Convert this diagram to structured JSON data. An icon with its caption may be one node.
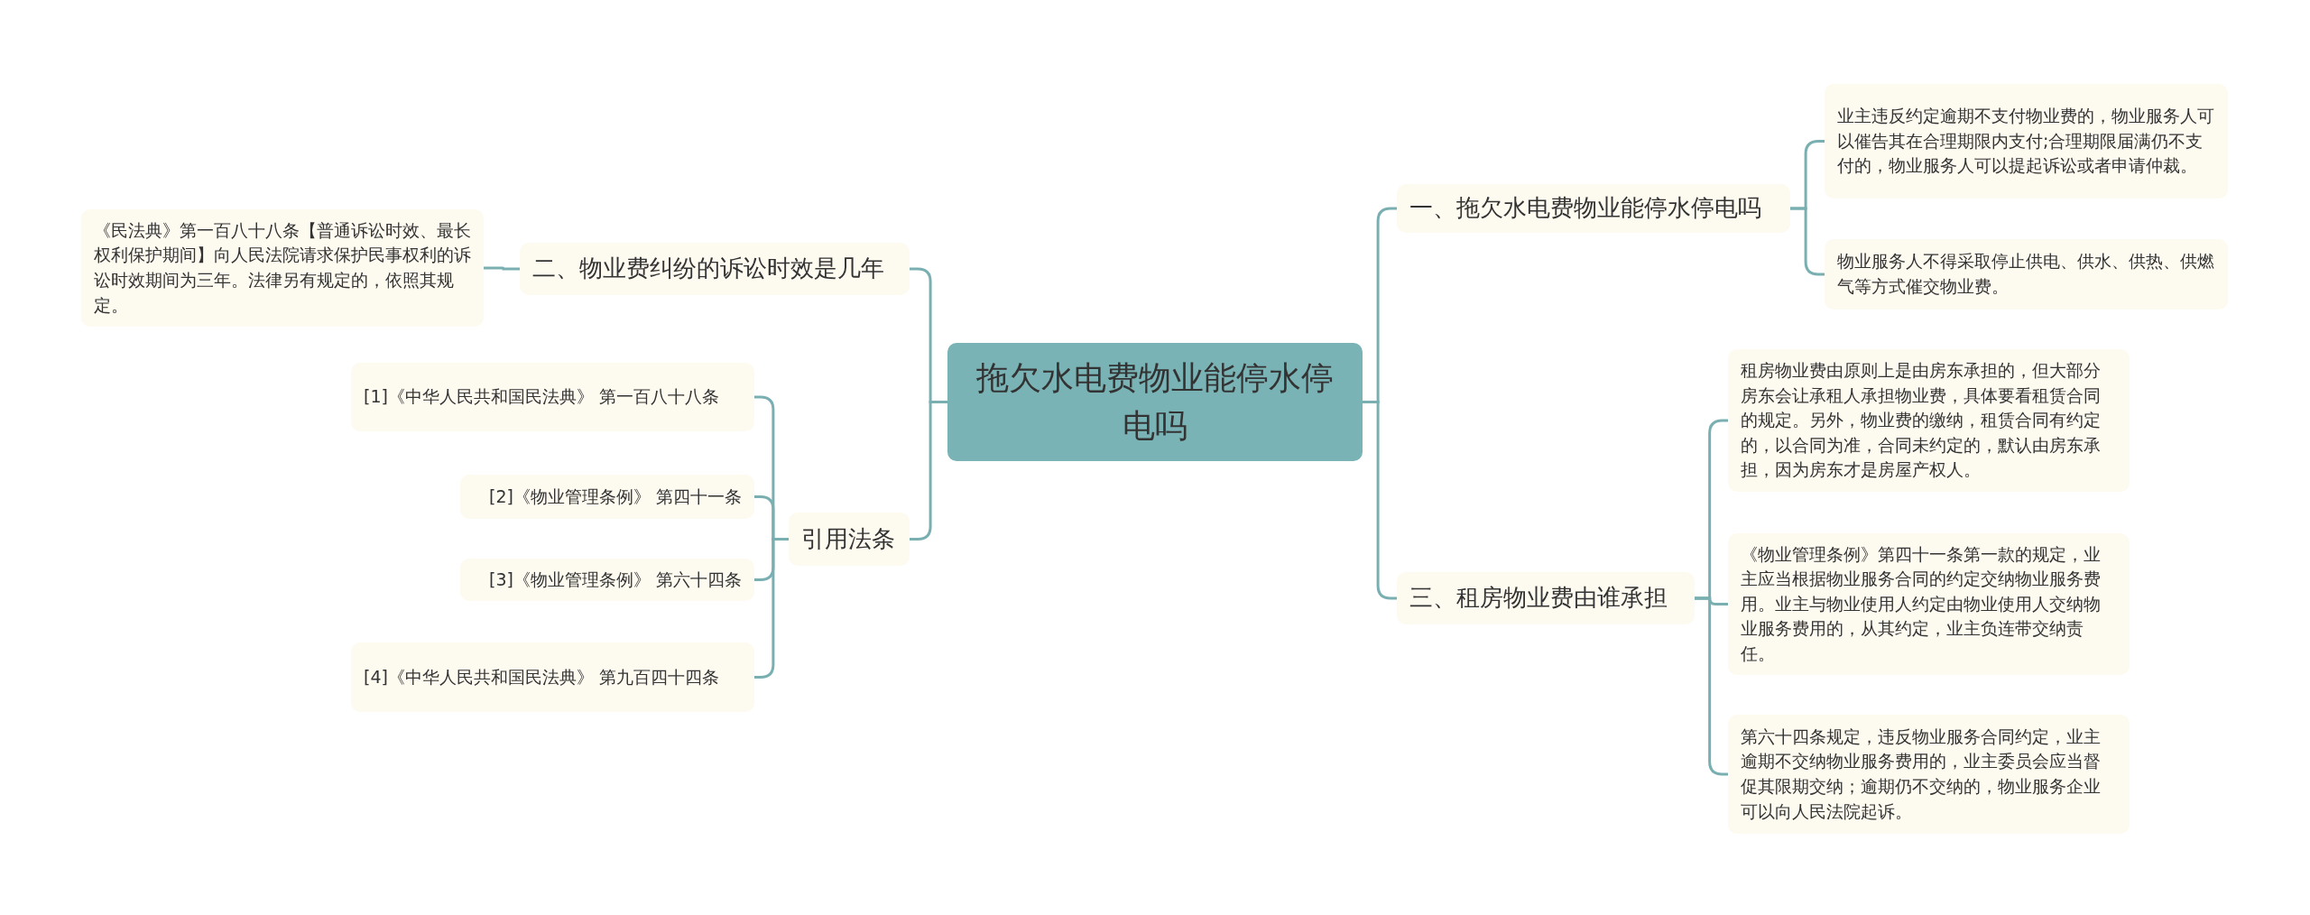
{
  "diagram": {
    "nodes": [
      {
        "text": [
          "拖欠水电费物业能停水停电吗"
        ]
      },
      {
        "text": [
          "一、拖欠水电费物业能停水停电吗"
        ]
      },
      {
        "text": [
          "业主违反约定逾期不支付物业费的，物业服务人可以催告其在合理期限内支付;合理期限届满仍不支付的，物业服务人可以提起诉讼或者申请仲裁。"
        ]
      },
      {
        "text": [
          "物业服务人不得采取停止供电、供水、供热、供燃气等方式催交物业费。"
        ]
      },
      {
        "text": [
          "二、物业费纠纷的诉讼时效是几年"
        ]
      },
      {
        "text": [
          "《民法典》第一百八十八条【普通诉讼时效、最长权利保护期间】向人民法院请求保护民事权利的诉讼时效期间为三年。法律另有规定的，依照其规定。"
        ]
      },
      {
        "text": [
          "引用法条"
        ]
      },
      {
        "text": [
          "[1]《中华人民共和国民法典》 第一百八十八条"
        ]
      },
      {
        "text": [
          "[2]《物业管理条例》 第四十一条"
        ]
      },
      {
        "text": [
          "[3]《物业管理条例》 第六十四条"
        ]
      },
      {
        "text": [
          "[4]《中华人民共和国民法典》 第九百四十四条"
        ]
      },
      {
        "text": [
          "三、租房物业费由谁承担"
        ]
      },
      {
        "text": [
          "租房物业费由原则上是由房东承担的，但大部分房东会让承租人承担物业费，具体要看租赁合同的规定。另外，物业费的缴纳，租赁合同有约定的，以合同为准，合同未约定的，默认由房东承担，因为房东才是房屋产权人。"
        ]
      },
      {
        "text": [
          "《物业管理条例》第四十一条第一款的规定，业主应当根据物业服务合同的约定交纳物业服务费用。业主与物业使用人约定由物业使用人交纳物业服务费用的，从其约定，业主负连带交纳责任。"
        ]
      },
      {
        "text": [
          "第六十四条规定，违反物业服务合同约定，业主逾期不交纳物业服务费用的，业主委员会应当督促其限期交纳；逾期仍不交纳的，物业服务企业可以向人民法院起诉。"
        ]
      }
    ],
    "edges": [
      {
        "from": 0,
        "to": 1,
        "arrow": "none"
      },
      {
        "from": 1,
        "to": 2,
        "arrow": "none"
      },
      {
        "from": 1,
        "to": 3,
        "arrow": "none"
      },
      {
        "from": 0,
        "to": 4,
        "arrow": "none"
      },
      {
        "from": 4,
        "to": 5,
        "arrow": "none"
      },
      {
        "from": 0,
        "to": 6,
        "arrow": "none"
      },
      {
        "from": 6,
        "to": 7,
        "arrow": "none"
      },
      {
        "from": 6,
        "to": 8,
        "arrow": "none"
      },
      {
        "from": 6,
        "to": 9,
        "arrow": "none"
      },
      {
        "from": 6,
        "to": 10,
        "arrow": "none"
      },
      {
        "from": 0,
        "to": 11,
        "arrow": "none"
      },
      {
        "from": 11,
        "to": 12,
        "arrow": "none"
      },
      {
        "from": 11,
        "to": 13,
        "arrow": "none"
      },
      {
        "from": 11,
        "to": 14,
        "arrow": "none"
      }
    ]
  }
}
